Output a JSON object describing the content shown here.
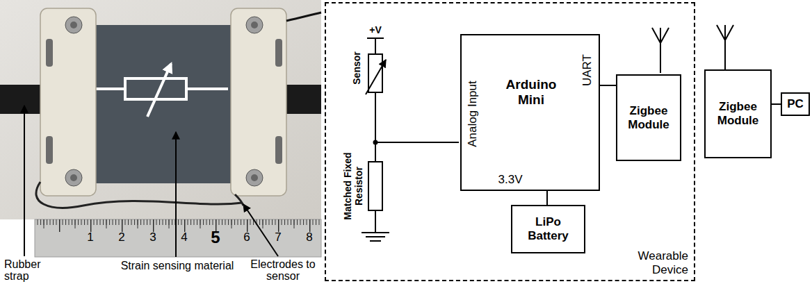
{
  "diagram": {
    "nodes": [
      {
        "text": [
          "Wearable Device"
        ]
      },
      {
        "text": [
          "Arduino Mini",
          "Analog Input",
          "UART",
          "3.3V"
        ],
        "in": 0
      },
      {
        "text": [
          "Zigbee Module"
        ],
        "in": 0
      },
      {
        "text": [
          "LiPo Battery"
        ],
        "in": 0
      },
      {
        "text": [
          "Zigbee Module"
        ]
      },
      {
        "text": [
          "PC"
        ]
      }
    ],
    "edges": [
      {
        "from": 1,
        "to": 2,
        "arrow": "none"
      },
      {
        "from": 1,
        "to": 3,
        "arrow": "none"
      },
      {
        "from": 4,
        "to": 5,
        "arrow": "none"
      }
    ],
    "labels": [
      "Rubber strap",
      "Strain sensing material",
      "Electrodes to sensor",
      "1",
      "2",
      "3",
      "4",
      "5",
      "6",
      "7",
      "8",
      "+V",
      "Sensor",
      "Matched Fixed Resistor"
    ]
  }
}
